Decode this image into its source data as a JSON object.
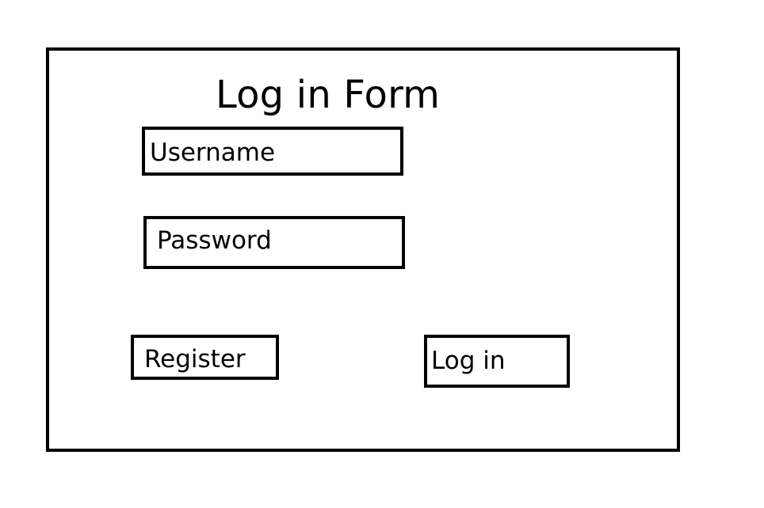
{
  "form": {
    "title": "Log in Form",
    "username": {
      "placeholder": "Username"
    },
    "password": {
      "placeholder": "Password"
    },
    "register_label": "Register",
    "login_label": "Log in"
  },
  "colors": {
    "background": "#ffffff",
    "ink": "#000000"
  }
}
